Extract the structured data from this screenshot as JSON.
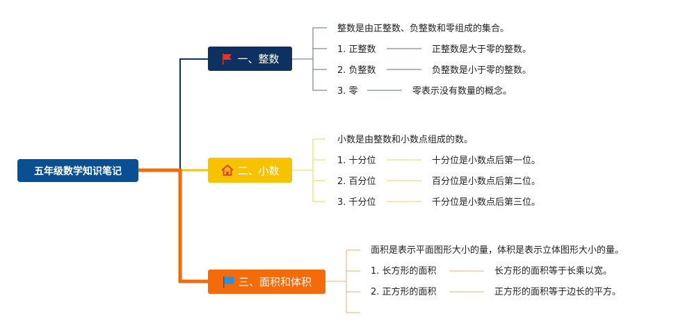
{
  "root": {
    "label": "五年级数学知识笔记"
  },
  "branches": [
    {
      "label": "一、整数",
      "icon": "flag-icon",
      "color": "#0d3261",
      "intro": "整数是由正整数、负整数和零组成的集合。",
      "items": [
        {
          "term": "1. 正整数",
          "desc": "正整数是大于零的整数。"
        },
        {
          "term": "2. 负整数",
          "desc": "负整数是小于零的整数。"
        },
        {
          "term": "3. 零",
          "desc": "零表示没有数量的概念。"
        }
      ]
    },
    {
      "label": "二、小数",
      "icon": "house-icon",
      "color": "#f7c300",
      "intro": "小数是由整数和小数点组成的数。",
      "items": [
        {
          "term": "1. 十分位",
          "desc": "十分位是小数点后第一位。"
        },
        {
          "term": "2. 百分位",
          "desc": "百分位是小数点后第二位。"
        },
        {
          "term": "3. 千分位",
          "desc": "千分位是小数点后第三位。"
        }
      ]
    },
    {
      "label": "三、面积和体积",
      "icon": "banner-icon",
      "color": "#f36b0b",
      "intro": "面积是表示平面图形大小的量，体积是表示立体图形大小的量。",
      "items": [
        {
          "term": "1. 长方形的面积",
          "desc": "长方形的面积等于长乘以宽。"
        },
        {
          "term": "2. 正方形的面积",
          "desc": "正方形的面积等于边长的平方。"
        }
      ]
    }
  ]
}
